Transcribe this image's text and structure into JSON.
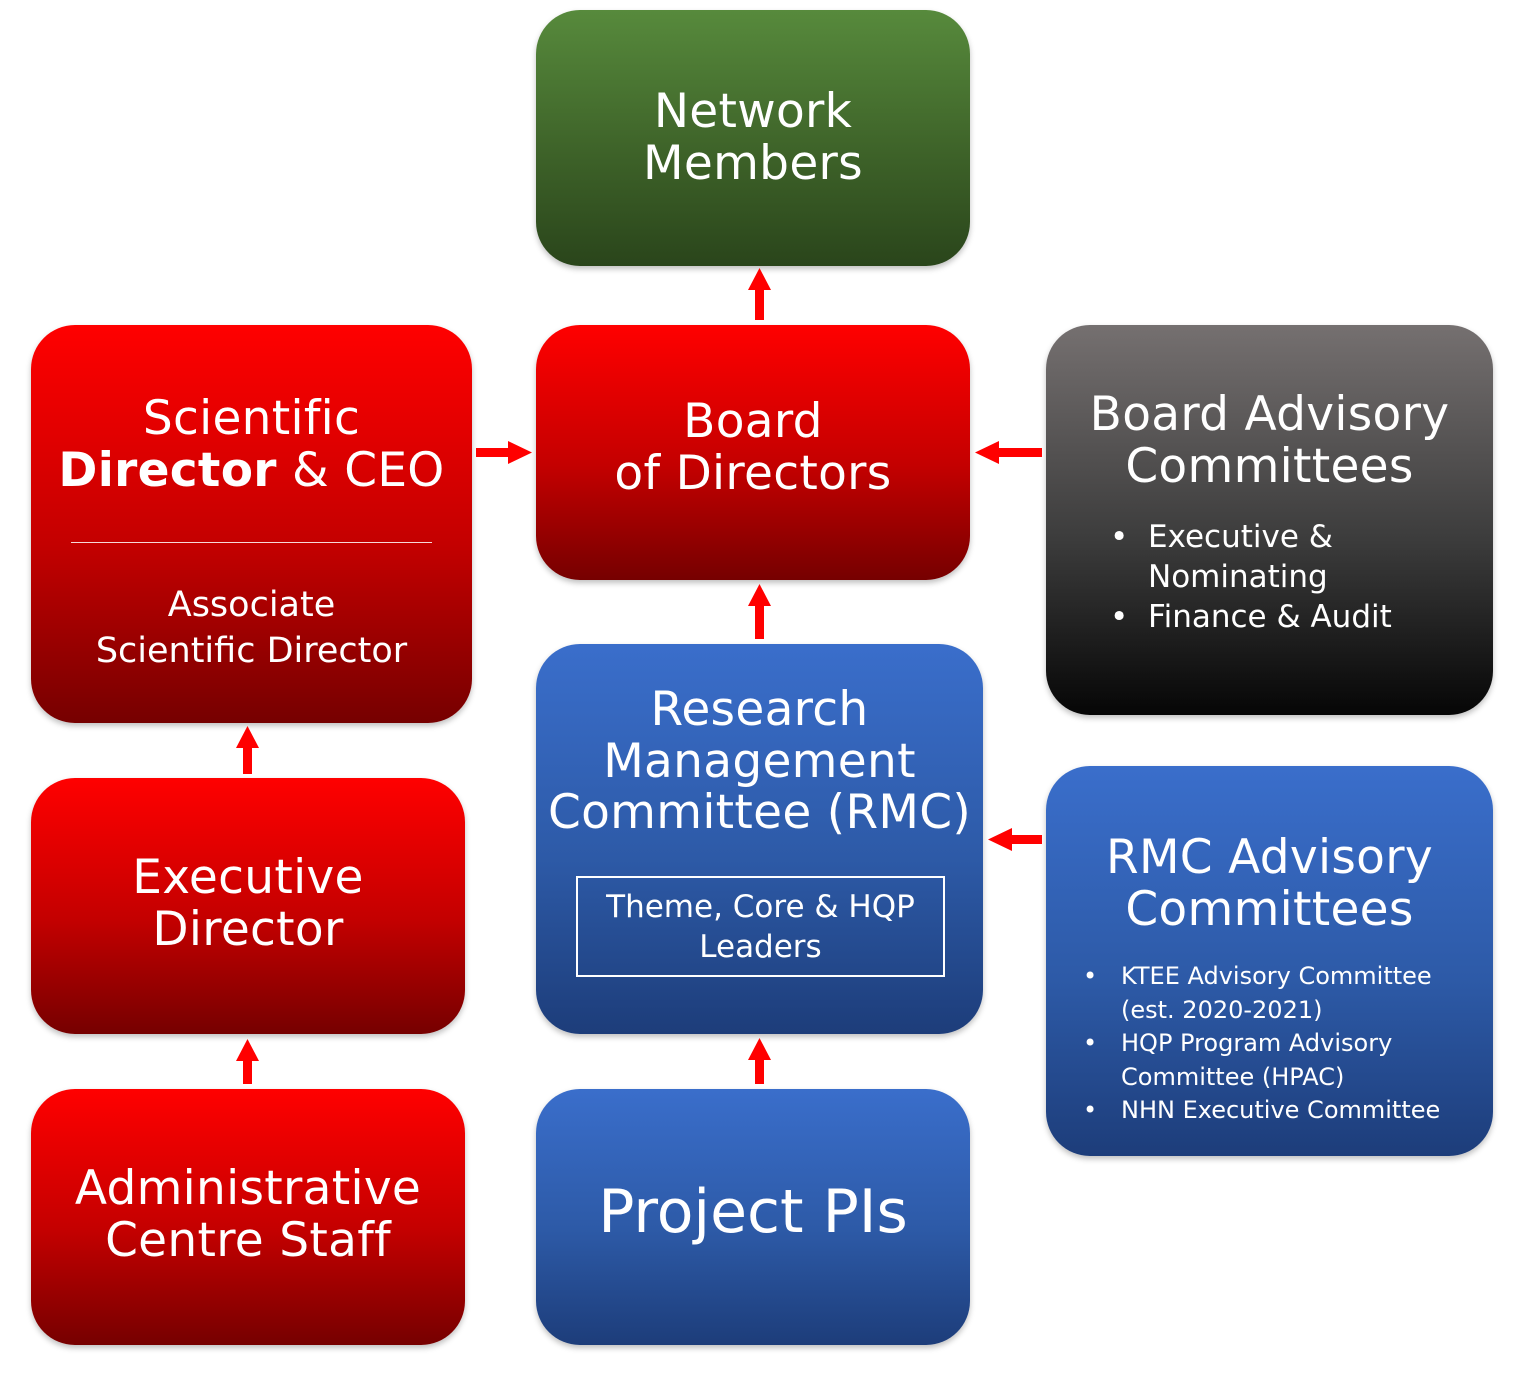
{
  "network_members": {
    "line1": "Network",
    "line2": "Members"
  },
  "board_of_directors": {
    "line1": "Board",
    "line2": "of Directors"
  },
  "scientific_director": {
    "line1": "Scientific",
    "line2_bold": "Director",
    "line2_rest": " & CEO",
    "assoc_line1": "Associate",
    "assoc_line2": "Scientific Director"
  },
  "board_advisory": {
    "line1": "Board Advisory",
    "line2": "Committees",
    "items": [
      {
        "lines": [
          "Executive &",
          "Nominating"
        ]
      },
      {
        "lines": [
          "Finance & Audit"
        ]
      }
    ]
  },
  "executive_director": {
    "line1": "Executive",
    "line2": "Director"
  },
  "rmc": {
    "line1": "Research",
    "line2": "Management",
    "line3": "Committee (RMC)",
    "leaders_line1": "Theme, Core & HQP",
    "leaders_line2": "Leaders"
  },
  "rmc_advisory": {
    "line1": "RMC Advisory",
    "line2": "Committees",
    "items": [
      {
        "lines": [
          "KTEE Advisory Committee",
          "(est. 2020-2021)"
        ]
      },
      {
        "lines": [
          "HQP Program Advisory",
          "Committee (HPAC)"
        ]
      },
      {
        "lines": [
          "NHN Executive Committee"
        ]
      }
    ]
  },
  "admin_staff": {
    "line1": "Administrative",
    "line2": "Centre Staff"
  },
  "project_pis": {
    "label": "Project PIs"
  },
  "bullet": "•",
  "colors": {
    "red": "#e60000",
    "green": "#4a7432",
    "blue": "#2f5cab",
    "gray": "#3a3a3a",
    "arrow": "#ff0000"
  }
}
